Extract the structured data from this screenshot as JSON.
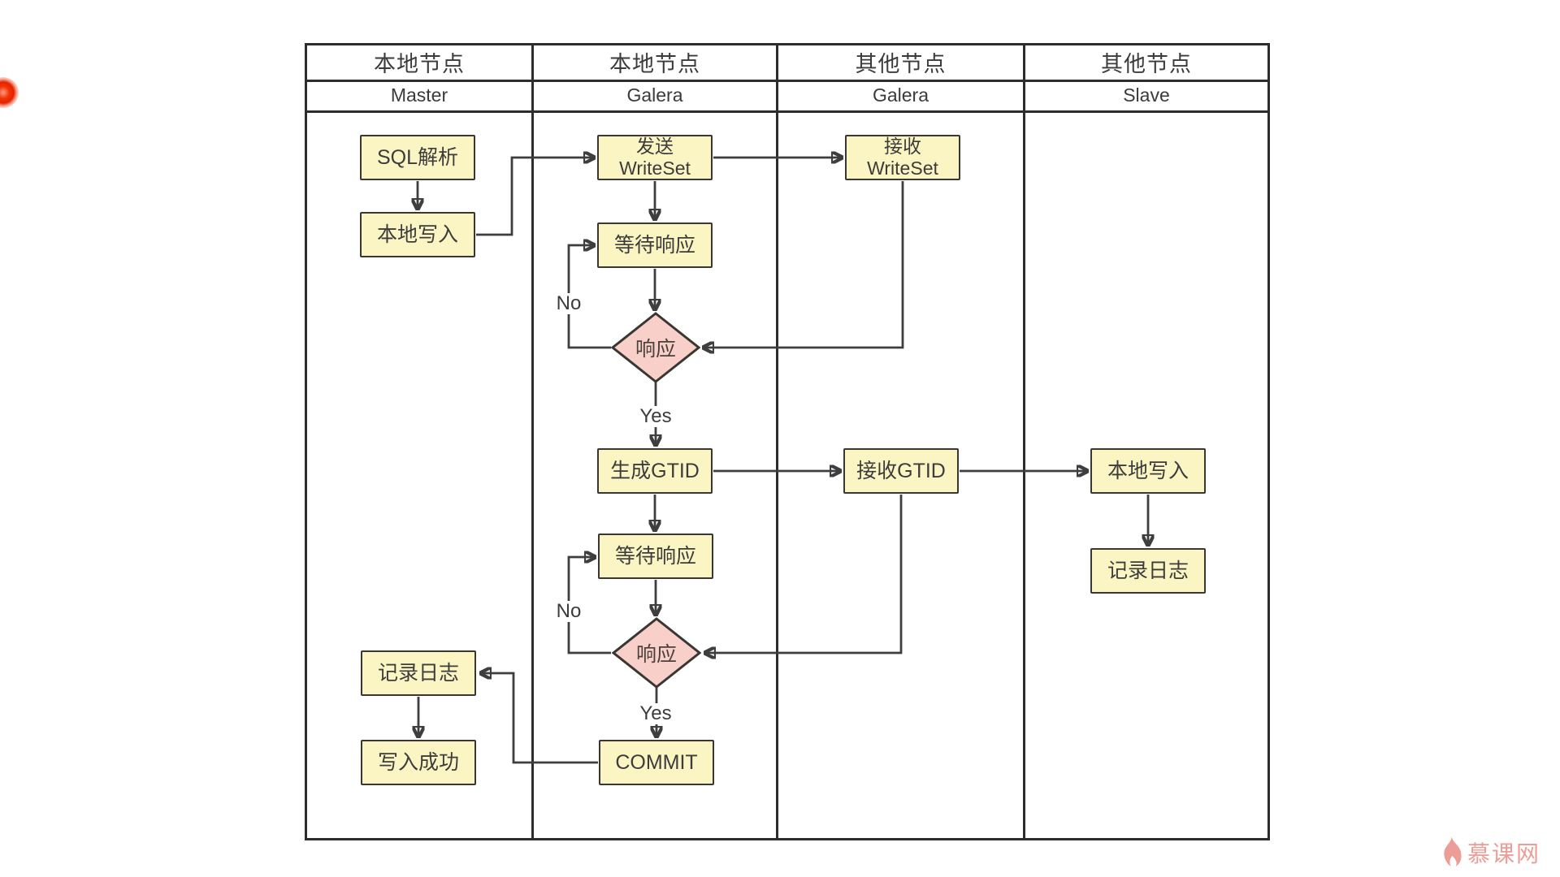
{
  "lanes": [
    {
      "title": "本地节点",
      "subtitle": "Master"
    },
    {
      "title": "本地节点",
      "subtitle": "Galera"
    },
    {
      "title": "其他节点",
      "subtitle": "Galera"
    },
    {
      "title": "其他节点",
      "subtitle": "Slave"
    }
  ],
  "nodes": {
    "sql_parse": {
      "label": "SQL解析",
      "type": "process",
      "lane": "Master"
    },
    "local_write_master": {
      "label": "本地写入",
      "type": "process",
      "lane": "Master"
    },
    "log_master": {
      "label": "记录日志",
      "type": "process",
      "lane": "Master"
    },
    "write_success": {
      "label": "写入成功",
      "type": "process",
      "lane": "Master"
    },
    "send_writeset": {
      "label": "发送\nWriteSet",
      "type": "process",
      "lane": "Galera-local"
    },
    "wait_response_1": {
      "label": "等待响应",
      "type": "process",
      "lane": "Galera-local"
    },
    "response_1": {
      "label": "响应",
      "type": "decision",
      "lane": "Galera-local"
    },
    "gen_gtid": {
      "label": "生成GTID",
      "type": "process",
      "lane": "Galera-local"
    },
    "wait_response_2": {
      "label": "等待响应",
      "type": "process",
      "lane": "Galera-local"
    },
    "response_2": {
      "label": "响应",
      "type": "decision",
      "lane": "Galera-local"
    },
    "commit": {
      "label": "COMMIT",
      "type": "process",
      "lane": "Galera-local"
    },
    "recv_writeset": {
      "label": "接收\nWriteSet",
      "type": "process",
      "lane": "Galera-other"
    },
    "recv_gtid": {
      "label": "接收GTID",
      "type": "process",
      "lane": "Galera-other"
    },
    "local_write_slave": {
      "label": "本地写入",
      "type": "process",
      "lane": "Slave"
    },
    "log_slave": {
      "label": "记录日志",
      "type": "process",
      "lane": "Slave"
    }
  },
  "edge_labels": {
    "no1": "No",
    "yes1": "Yes",
    "no2": "No",
    "yes2": "Yes"
  },
  "watermark": {
    "text": "慕课网",
    "icon": "flame-icon",
    "color": "#EC9D97"
  },
  "colors": {
    "process_fill": "#FBF5C3",
    "decision_fill": "#F8CFC9",
    "shape_border": "#3A3733",
    "line": "#3E3E3E",
    "text": "#3C3C3C",
    "table_border": "#2D2D2D",
    "watermark": "#EC9D97",
    "laser_red": "#E8391B"
  }
}
